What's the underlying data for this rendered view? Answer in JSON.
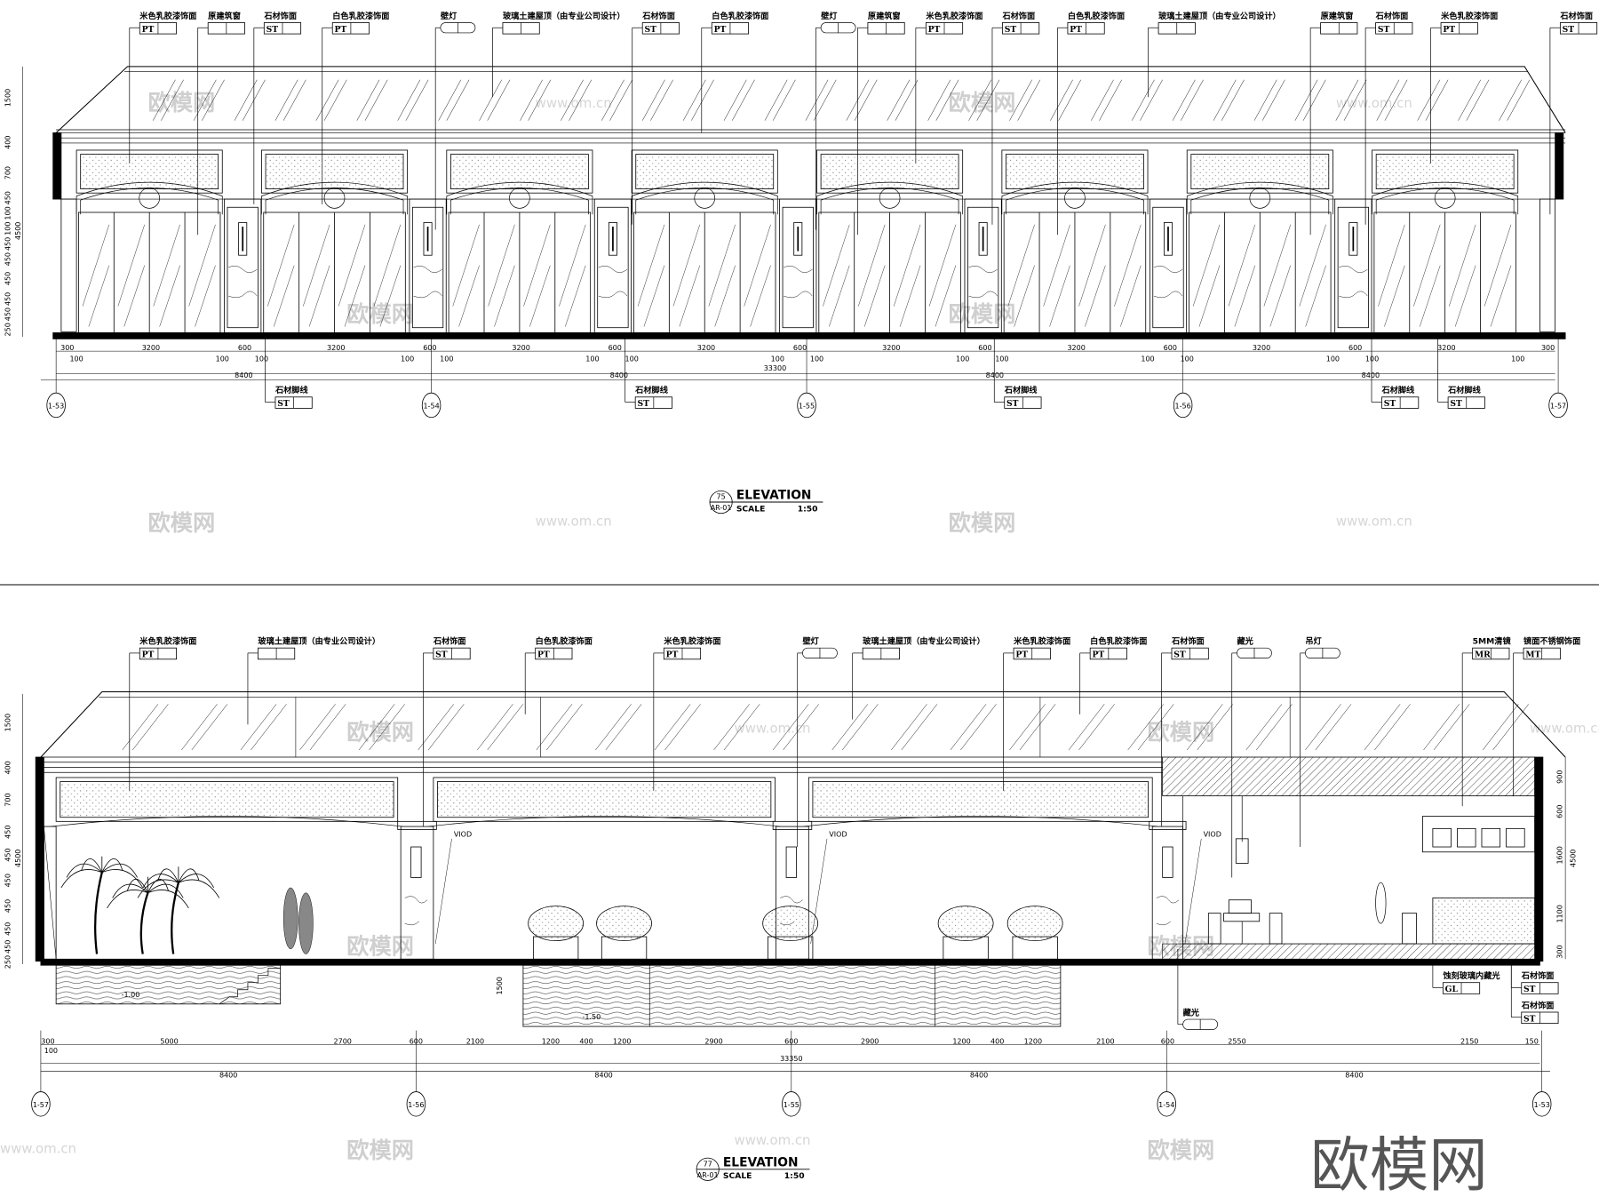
{
  "watermark": {
    "logo": "欧模网",
    "url": "www.om.cn",
    "big": "欧模网"
  },
  "elevation_top": {
    "callouts": [
      {
        "label": "米色乳胶漆饰面",
        "code": "PT"
      },
      {
        "label": "原建筑窗",
        "code": ""
      },
      {
        "label": "石材饰面",
        "code": "ST"
      },
      {
        "label": "白色乳胶漆饰面",
        "code": "PT"
      },
      {
        "label": "壁灯",
        "code": "",
        "pill": true
      },
      {
        "label": "玻璃土建屋顶（由专业公司设计）",
        "code": ""
      },
      {
        "label": "石材饰面",
        "code": "ST"
      },
      {
        "label": "白色乳胶漆饰面",
        "code": "PT"
      },
      {
        "label": "壁灯",
        "code": "",
        "pill": true
      },
      {
        "label": "原建筑窗",
        "code": ""
      },
      {
        "label": "米色乳胶漆饰面",
        "code": "PT"
      },
      {
        "label": "石材饰面",
        "code": "ST"
      },
      {
        "label": "白色乳胶漆饰面",
        "code": "PT"
      },
      {
        "label": "玻璃土建屋顶（由专业公司设计）",
        "code": ""
      },
      {
        "label": "原建筑窗",
        "code": ""
      },
      {
        "label": "石材饰面",
        "code": "ST"
      },
      {
        "label": "米色乳胶漆饰面",
        "code": "PT"
      },
      {
        "label": "石材饰面",
        "code": "ST"
      }
    ],
    "bottom_callouts": [
      {
        "label": "石材脚线",
        "code": "ST"
      },
      {
        "label": "石材脚线",
        "code": "ST"
      },
      {
        "label": "石材脚线",
        "code": "ST"
      },
      {
        "label": "石材脚线",
        "code": "ST"
      },
      {
        "label": "石材脚线",
        "code": "ST"
      }
    ],
    "left_dims": [
      "1500",
      "400",
      "700",
      "450",
      "100",
      "100",
      "450",
      "450",
      "450",
      "450",
      "450",
      "250",
      "4500"
    ],
    "dims_row1": [
      "300",
      "3200",
      "600",
      "3200",
      "600",
      "3200",
      "600",
      "3200",
      "600",
      "3200",
      "600",
      "3200",
      "600",
      "3200",
      "600",
      "3200",
      "300"
    ],
    "dims_small": "100",
    "dims_row2": [
      "8400",
      "8400",
      "8400",
      "8400"
    ],
    "total": "33300",
    "axes": [
      "1-53",
      "1-54",
      "1-55",
      "1-56",
      "1-57"
    ],
    "title": {
      "number": "75",
      "sheet": "AR-01",
      "name": "ELEVATION",
      "scale_label": "SCALE",
      "scale": "1:50"
    }
  },
  "elevation_bottom": {
    "callouts": [
      {
        "label": "米色乳胶漆饰面",
        "code": "PT"
      },
      {
        "label": "玻璃土建屋顶（由专业公司设计）",
        "code": ""
      },
      {
        "label": "石材饰面",
        "code": "ST"
      },
      {
        "label": "白色乳胶漆饰面",
        "code": "PT"
      },
      {
        "label": "米色乳胶漆饰面",
        "code": "PT"
      },
      {
        "label": "壁灯",
        "code": "",
        "pill": true
      },
      {
        "label": "玻璃土建屋顶（由专业公司设计）",
        "code": ""
      },
      {
        "label": "米色乳胶漆饰面",
        "code": "PT"
      },
      {
        "label": "白色乳胶漆饰面",
        "code": "PT"
      },
      {
        "label": "石材饰面",
        "code": "ST"
      },
      {
        "label": "藏光",
        "code": "",
        "pill": true
      },
      {
        "label": "吊灯",
        "code": "",
        "pill": true
      },
      {
        "label": "5MM清镜",
        "code": "MR"
      },
      {
        "label": "镜面不锈钢饰面",
        "code": "MT"
      }
    ],
    "lower_callouts": [
      {
        "label": "藏光",
        "code": "",
        "pill": true
      },
      {
        "label": "蚀刻玻璃内藏光",
        "code": "GL"
      },
      {
        "label": "石材饰面",
        "code": "ST"
      },
      {
        "label": "石材饰面",
        "code": "ST"
      }
    ],
    "void_label": "VIOD",
    "levels": [
      "-1.00",
      "-1.50"
    ],
    "pool_depth": "1500",
    "left_dims": [
      "1500",
      "400",
      "700",
      "450",
      "450",
      "450",
      "450",
      "450",
      "450",
      "250",
      "4500"
    ],
    "right_dims": [
      "900",
      "600",
      "1600",
      "1100",
      "300",
      "4500"
    ],
    "dims_row1": [
      "300",
      "100",
      "5000",
      "2700",
      "600",
      "2100",
      "1200",
      "400",
      "1200",
      "2900",
      "600",
      "2900",
      "1200",
      "400",
      "1200",
      "2100",
      "600",
      "2550",
      "",
      "2150",
      "150"
    ],
    "dims_row2": [
      "8400",
      "8400",
      "8400",
      "8400"
    ],
    "total": "33350",
    "axes": [
      "1-57",
      "1-56",
      "1-55",
      "1-54",
      "1-53"
    ],
    "title": {
      "number": "77",
      "sheet": "AR-01",
      "name": "ELEVATION",
      "scale_label": "SCALE",
      "scale": "1:50"
    }
  }
}
